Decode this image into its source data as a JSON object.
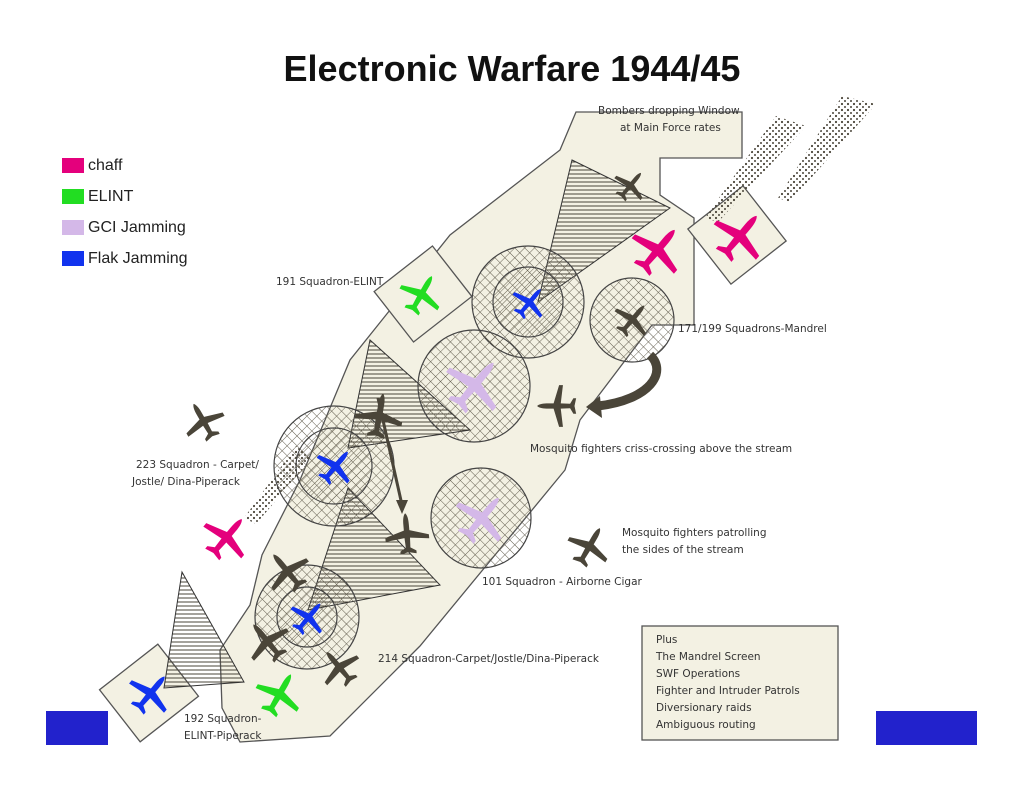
{
  "title": "Electronic Warfare 1944/45",
  "legend": [
    {
      "label": "chaff",
      "color": "#e4007c"
    },
    {
      "label": "ELINT",
      "color": "#22dd22"
    },
    {
      "label": "GCI Jamming",
      "color": "#d4b8e8"
    },
    {
      "label": "Flak Jamming",
      "color": "#1133ee"
    }
  ],
  "labels": {
    "window_1": "Bombers dropping Window",
    "window_2": "at Main Force rates",
    "sq191": "191 Squadron-ELINT",
    "mandrel": "171/199 Squadrons-Mandrel",
    "criss": "Mosquito fighters criss-crossing above the stream",
    "sq223_1": "223 Squadron - Carpet/",
    "sq223_2": "Jostle/ Dina-Piperack",
    "patrol_1": "Mosquito fighters patrolling",
    "patrol_2": "the sides of the stream",
    "sq101": "101 Squadron - Airborne Cigar",
    "sq214": "214 Squadron-Carpet/Jostle/Dina-Piperack",
    "sq192_1": "192 Squadron-",
    "sq192_2": "ELINT-Piperack"
  },
  "plus_box": [
    "Plus",
    "The Mandrel Screen",
    "SWF Operations",
    "Fighter and Intruder Patrols",
    "Diversionary raids",
    "Ambiguous routing"
  ],
  "colors": {
    "aircraft_dark": "#4a4539",
    "paper": "#f3f1e3",
    "footer_bar": "#2222cc"
  }
}
